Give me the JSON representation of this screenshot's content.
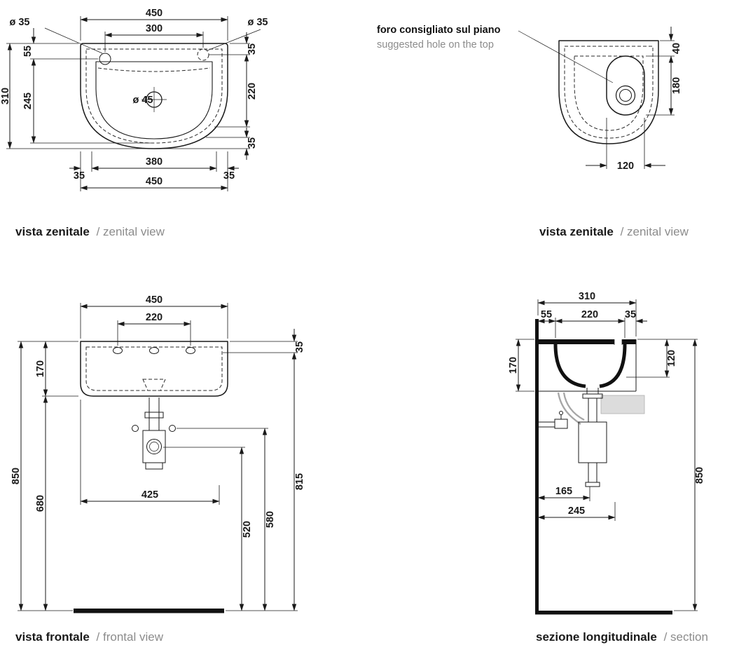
{
  "views": {
    "plan_left": {
      "title_it": "vista zenitale",
      "title_en": "/ zenital view",
      "dims": {
        "w_top": "450",
        "holes_span": "300",
        "hole_left": "ø 35",
        "hole_right": "ø 35",
        "left_55": "55",
        "left_245": "245",
        "left_310": "310",
        "center_hole": "ø 45",
        "right_35_top": "35",
        "right_220": "220",
        "right_35_bottom": "35",
        "bottom_380": "380",
        "bottom_35_left": "35",
        "bottom_35_right": "35",
        "w_bottom": "450"
      }
    },
    "plan_right": {
      "title_it": "vista zenitale",
      "title_en": "/ zenital view",
      "note_line1": "foro consigliato sul piano",
      "note_line2": "suggested hole on the top",
      "dims": {
        "top_40": "40",
        "len_180": "180",
        "wid_120": "120"
      }
    },
    "frontal": {
      "title_it": "vista frontale",
      "title_en": "/ frontal view",
      "dims": {
        "w_450": "450",
        "holes_220": "220",
        "right_35": "35",
        "left_170": "170",
        "left_850": "850",
        "left_680": "680",
        "mid_425": "425",
        "right_520": "520",
        "right_580": "580",
        "right_815": "815"
      }
    },
    "section": {
      "title_it": "sezione longitudinale",
      "title_en": "/ section",
      "dims": {
        "top_310": "310",
        "top_55": "55",
        "top_220": "220",
        "top_35": "35",
        "left_170": "170",
        "right_120": "120",
        "right_850": "850",
        "mid_165": "165",
        "mid_245": "245"
      }
    }
  }
}
